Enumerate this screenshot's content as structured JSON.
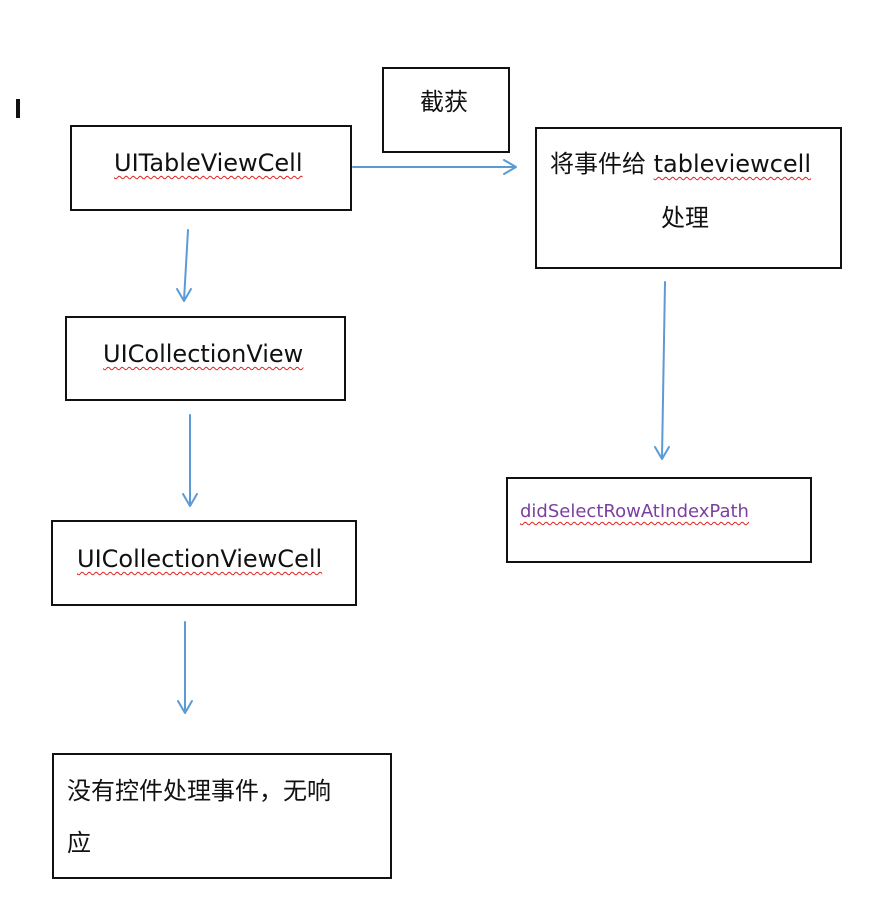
{
  "nodes": {
    "table_cell": "UITableViewCell",
    "collection_view": "UICollectionView",
    "collection_cell": "UICollectionViewCell",
    "no_response_line1": "没有控件处理事件，无响",
    "no_response_line2": "应",
    "intercept": "截获",
    "handoff_prefix": "将事件给 ",
    "handoff_word": "tableviewcell",
    "handoff_line2": "处理",
    "did_select": "didSelectRowAtIndexPath"
  },
  "colors": {
    "arrow": "#5b9bd5",
    "border": "#111111",
    "spell_underline": "#e02020",
    "method_text": "#7b3fa0"
  }
}
